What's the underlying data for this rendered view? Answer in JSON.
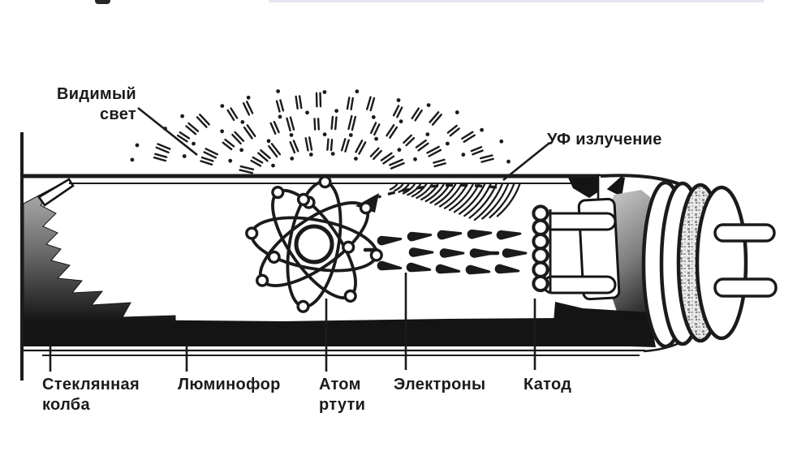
{
  "figure": {
    "type": "diagram",
    "subject": "fluorescent-lamp-cutaway",
    "labels": {
      "visible_light": {
        "line1": "Видимый",
        "line2": "свет"
      },
      "uv_radiation": "УФ излучение",
      "glass_bulb": {
        "line1": "Стеклянная",
        "line2": "колба"
      },
      "phosphor": "Люминофор",
      "mercury_atom": {
        "line1": "Атом",
        "line2": "ртути"
      },
      "electrons": "Электроны",
      "cathode": "Катод"
    },
    "colors": {
      "ink": "#1b1b1b",
      "paper": "#ffffff",
      "stipple": "#9a9a9a",
      "artifact_line": "#e4e5f1"
    }
  }
}
